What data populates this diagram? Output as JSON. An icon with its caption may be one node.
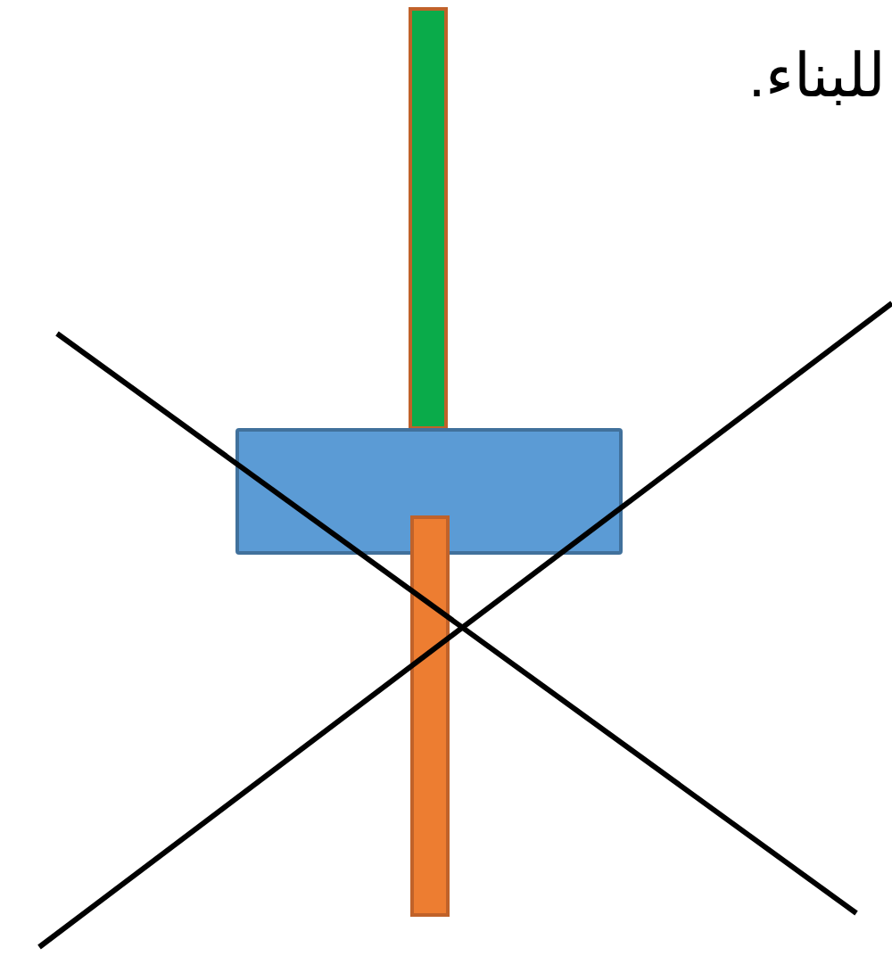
{
  "diagram": {
    "nodes": [
      {
        "text": [],
        "shape": "bar"
      },
      {
        "text": [],
        "shape": "box"
      },
      {
        "text": [],
        "shape": "bar"
      }
    ],
    "labels": [
      "للبناء."
    ]
  }
}
